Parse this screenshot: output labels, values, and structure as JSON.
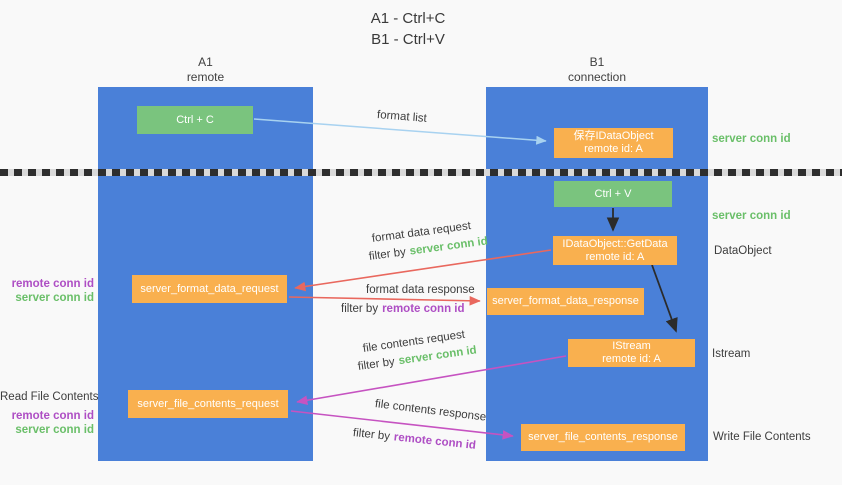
{
  "title": {
    "line1": "A1 - Ctrl+C",
    "line2": "B1 - Ctrl+V"
  },
  "lifelines": {
    "left": {
      "name": "A1",
      "role": "remote"
    },
    "right": {
      "name": "B1",
      "role": "connection"
    }
  },
  "boxes": {
    "ctrl_c": {
      "label": "Ctrl + C"
    },
    "ctrl_v": {
      "label": "Ctrl + V"
    },
    "save_dataobject": {
      "line1": "保存IDataObject",
      "line2": "remote id: A"
    },
    "getdata": {
      "line1": "IDataObject::GetData",
      "line2": "remote id: A"
    },
    "istream": {
      "line1": "IStream",
      "line2": "remote id: A"
    },
    "server_format_data_request": {
      "label": "server_format_data_request"
    },
    "server_format_data_response": {
      "label": "server_format_data_response"
    },
    "server_file_contents_request": {
      "label": "server_file_contents_request"
    },
    "server_file_contents_response": {
      "label": "server_file_contents_response"
    }
  },
  "labels": {
    "format_list": "format list",
    "format_data_request": "format data request",
    "format_data_response": "format data response",
    "file_contents_request": "file contents request",
    "file_contents_response": "file contents response",
    "filter_by": "filter by",
    "server_conn_id": "server conn id",
    "remote_conn_id": "remote conn id",
    "dataobject": "DataObject",
    "istream": "Istream",
    "read_file_contents": "Read File Contents",
    "write_file_contents": "Write File Contents"
  },
  "colors": {
    "column_blue": "#4a80d8",
    "box_green": "#7ac47e",
    "box_orange": "#f9b04f",
    "arrow_light_blue": "#a8d2f0",
    "arrow_red": "#e9685e",
    "arrow_magenta": "#c653c1",
    "arrow_black": "#2b2b2b",
    "text_green": "#6abf69",
    "text_purple": "#ae4ec4",
    "background": "#f9f9f9"
  }
}
